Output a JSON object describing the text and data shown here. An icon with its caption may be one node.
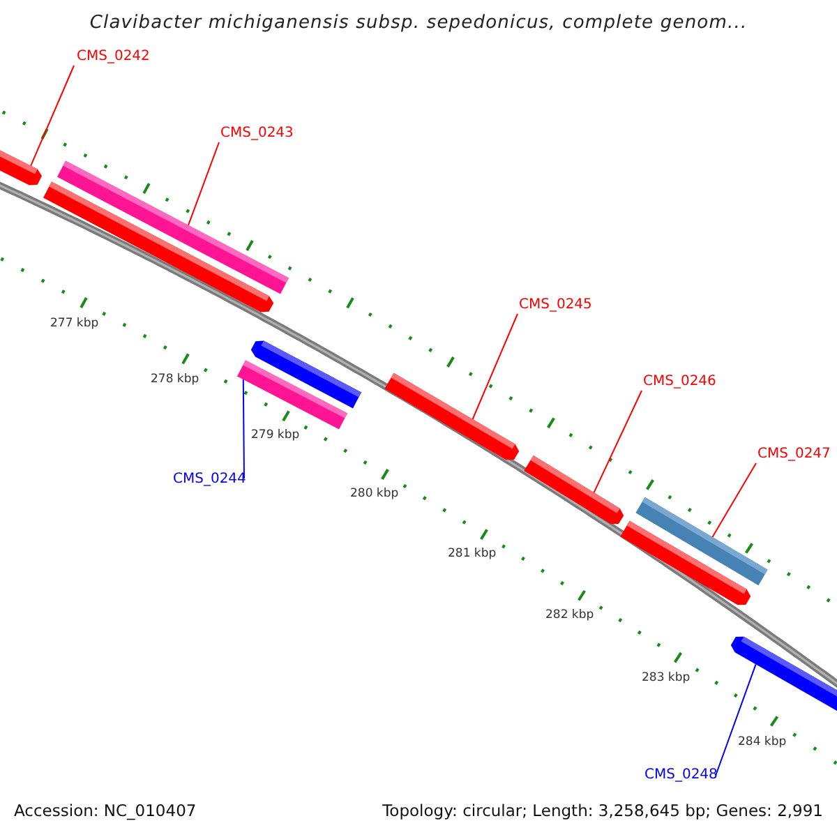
{
  "diagram": {
    "title": "Clavibacter michiganensis subsp. sepedonicus, complete genom...",
    "nodes": [
      {
        "text": [
          "CMS_0242"
        ]
      },
      {
        "text": [],
        "shape": "bar"
      },
      {
        "text": [
          "CMS_0243"
        ]
      },
      {
        "text": [],
        "shape": "bar"
      },
      {
        "text": [],
        "shape": "bar"
      },
      {
        "text": [
          "CMS_0245"
        ]
      },
      {
        "text": [],
        "shape": "bar"
      },
      {
        "text": [],
        "shape": "bar"
      },
      {
        "text": [],
        "shape": "bar"
      },
      {
        "text": [
          "CMS_0246"
        ]
      },
      {
        "text": [],
        "shape": "bar"
      },
      {
        "text": [
          "CMS_0244"
        ]
      },
      {
        "text": [
          "CMS_0247"
        ]
      },
      {
        "text": [],
        "shape": "bar"
      },
      {
        "text": [],
        "shape": "bar"
      },
      {
        "text": [],
        "shape": "bar"
      },
      {
        "text": [
          "CMS_0248"
        ]
      }
    ],
    "edges": [
      {
        "from": 0,
        "to": 1,
        "arrow": "none"
      },
      {
        "from": 2,
        "to": 3,
        "arrow": "none"
      },
      {
        "from": 5,
        "to": 8,
        "arrow": "none"
      },
      {
        "from": 9,
        "to": 10,
        "arrow": "none"
      },
      {
        "from": 12,
        "to": 13,
        "arrow": "none"
      },
      {
        "from": 11,
        "to": 7,
        "arrow": "none",
        "color": "#0000ff"
      },
      {
        "from": 16,
        "to": 15,
        "arrow": "none",
        "color": "#0000ff"
      }
    ],
    "labels": [
      "277 kbp",
      "278 kbp",
      "279 kbp",
      "280 kbp",
      "281 kbp",
      "282 kbp",
      "283 kbp",
      "284 kbp",
      "Accession: NC_010407",
      "Topology: circular; Length: 3,258,645 bp; Genes: 2,991"
    ]
  }
}
